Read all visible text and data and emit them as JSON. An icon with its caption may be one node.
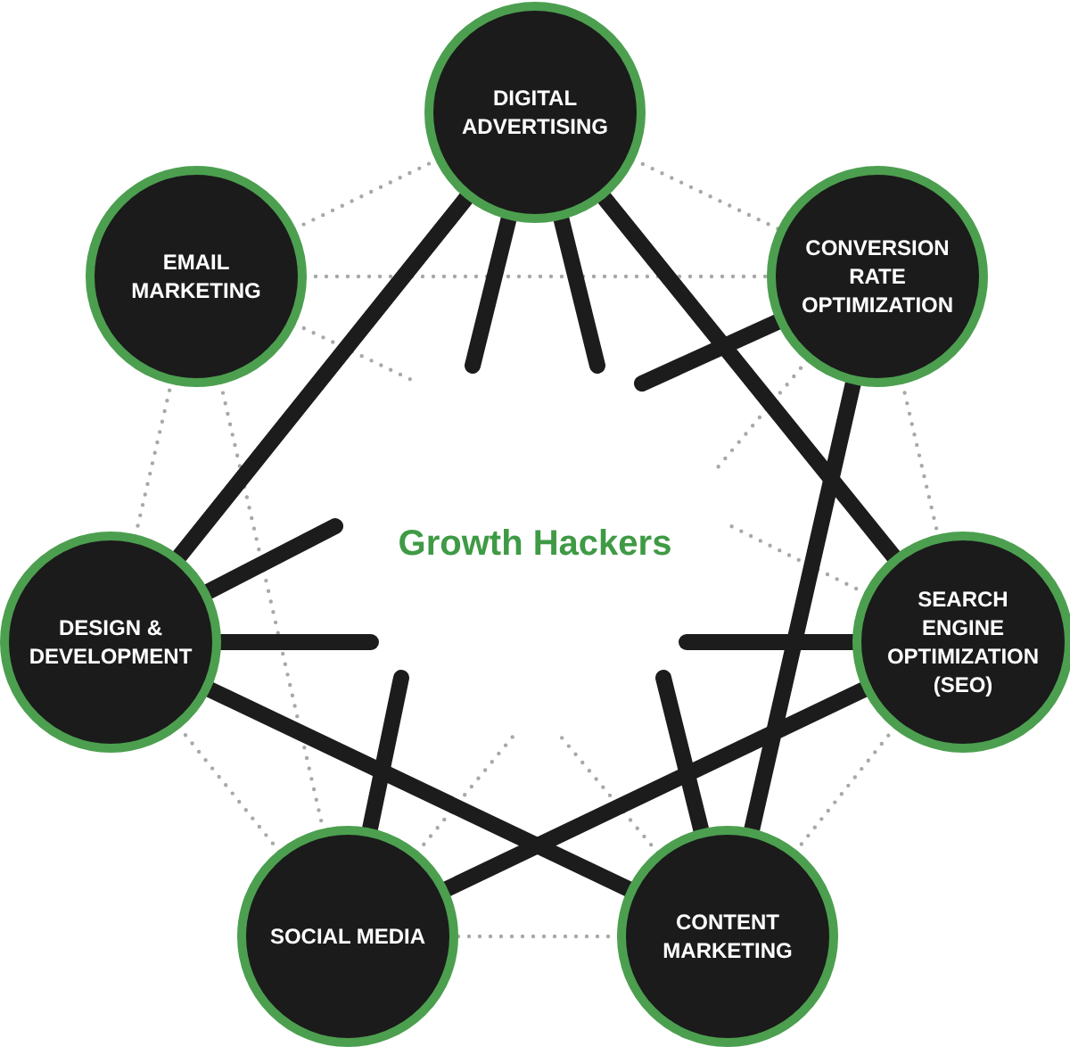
{
  "diagram": {
    "nodes": [
      {
        "text": [
          "DIGITAL ADVERTISING"
        ]
      },
      {
        "text": [
          "EMAIL MARKETING"
        ]
      },
      {
        "text": [
          "CONVERSION RATE OPTIMIZATION"
        ]
      },
      {
        "text": [
          "DESIGN & DEVELOPMENT"
        ]
      },
      {
        "text": [
          "SEARCH ENGINE OPTIMIZATION (SEO)"
        ]
      },
      {
        "text": [
          "SOCIAL MEDIA"
        ]
      },
      {
        "text": [
          "CONTENT MARKETING"
        ]
      }
    ],
    "edges": [
      {
        "from": 0,
        "to": 3,
        "arrow": "none",
        "style": "thick",
        "color": "#1c1c1c"
      },
      {
        "from": 0,
        "to": null,
        "arrow": "none",
        "style": "thick",
        "color": "#1c1c1c"
      },
      {
        "from": 0,
        "to": null,
        "arrow": "none",
        "style": "thick",
        "color": "#1c1c1c"
      },
      {
        "from": 0,
        "to": 4,
        "arrow": "none",
        "style": "thick",
        "color": "#1c1c1c"
      },
      {
        "from": 2,
        "to": null,
        "arrow": "none",
        "style": "thick",
        "color": "#1c1c1c"
      },
      {
        "from": 2,
        "to": 6,
        "arrow": "none",
        "style": "thick",
        "color": "#1c1c1c"
      },
      {
        "from": 3,
        "to": null,
        "arrow": "none",
        "style": "thick",
        "color": "#1c1c1c"
      },
      {
        "from": 3,
        "to": null,
        "arrow": "none",
        "style": "thick",
        "color": "#1c1c1c"
      },
      {
        "from": 3,
        "to": 6,
        "arrow": "none",
        "style": "thick",
        "color": "#1c1c1c"
      },
      {
        "from": 4,
        "to": null,
        "arrow": "none",
        "style": "thick",
        "color": "#1c1c1c"
      },
      {
        "from": 4,
        "to": 5,
        "arrow": "none",
        "style": "thick",
        "color": "#1c1c1c"
      },
      {
        "from": 5,
        "to": null,
        "arrow": "none",
        "style": "thick",
        "color": "#1c1c1c"
      },
      {
        "from": 6,
        "to": null,
        "arrow": "none",
        "style": "thick",
        "color": "#1c1c1c"
      },
      {
        "from": 1,
        "to": 0,
        "arrow": "none",
        "style": "dashed",
        "color": "#a8a8a8"
      },
      {
        "from": 0,
        "to": 2,
        "arrow": "none",
        "style": "dashed",
        "color": "#a8a8a8"
      },
      {
        "from": 2,
        "to": 4,
        "arrow": "none",
        "style": "dashed",
        "color": "#a8a8a8"
      },
      {
        "from": 4,
        "to": 6,
        "arrow": "none",
        "style": "dashed",
        "color": "#a8a8a8"
      },
      {
        "from": 6,
        "to": 5,
        "arrow": "none",
        "style": "dashed",
        "color": "#a8a8a8"
      },
      {
        "from": 5,
        "to": 3,
        "arrow": "none",
        "style": "dashed",
        "color": "#a8a8a8"
      },
      {
        "from": 3,
        "to": 1,
        "arrow": "none",
        "style": "dashed",
        "color": "#a8a8a8"
      },
      {
        "from": 1,
        "to": 2,
        "arrow": "none",
        "style": "dashed",
        "color": "#a8a8a8"
      },
      {
        "from": 1,
        "to": 5,
        "arrow": "none",
        "style": "dashed",
        "color": "#a8a8a8"
      },
      {
        "from": 1,
        "to": null,
        "arrow": "none",
        "style": "dashed",
        "color": "#a8a8a8"
      },
      {
        "from": 2,
        "to": null,
        "arrow": "none",
        "style": "dashed",
        "color": "#a8a8a8"
      },
      {
        "from": 4,
        "to": null,
        "arrow": "none",
        "style": "dashed",
        "color": "#a8a8a8"
      },
      {
        "from": 5,
        "to": null,
        "arrow": "none",
        "style": "dashed",
        "color": "#a8a8a8"
      },
      {
        "from": 6,
        "to": null,
        "arrow": "none",
        "style": "dashed",
        "color": "#a8a8a8"
      }
    ],
    "labels": [
      "Growth Hackers"
    ]
  }
}
